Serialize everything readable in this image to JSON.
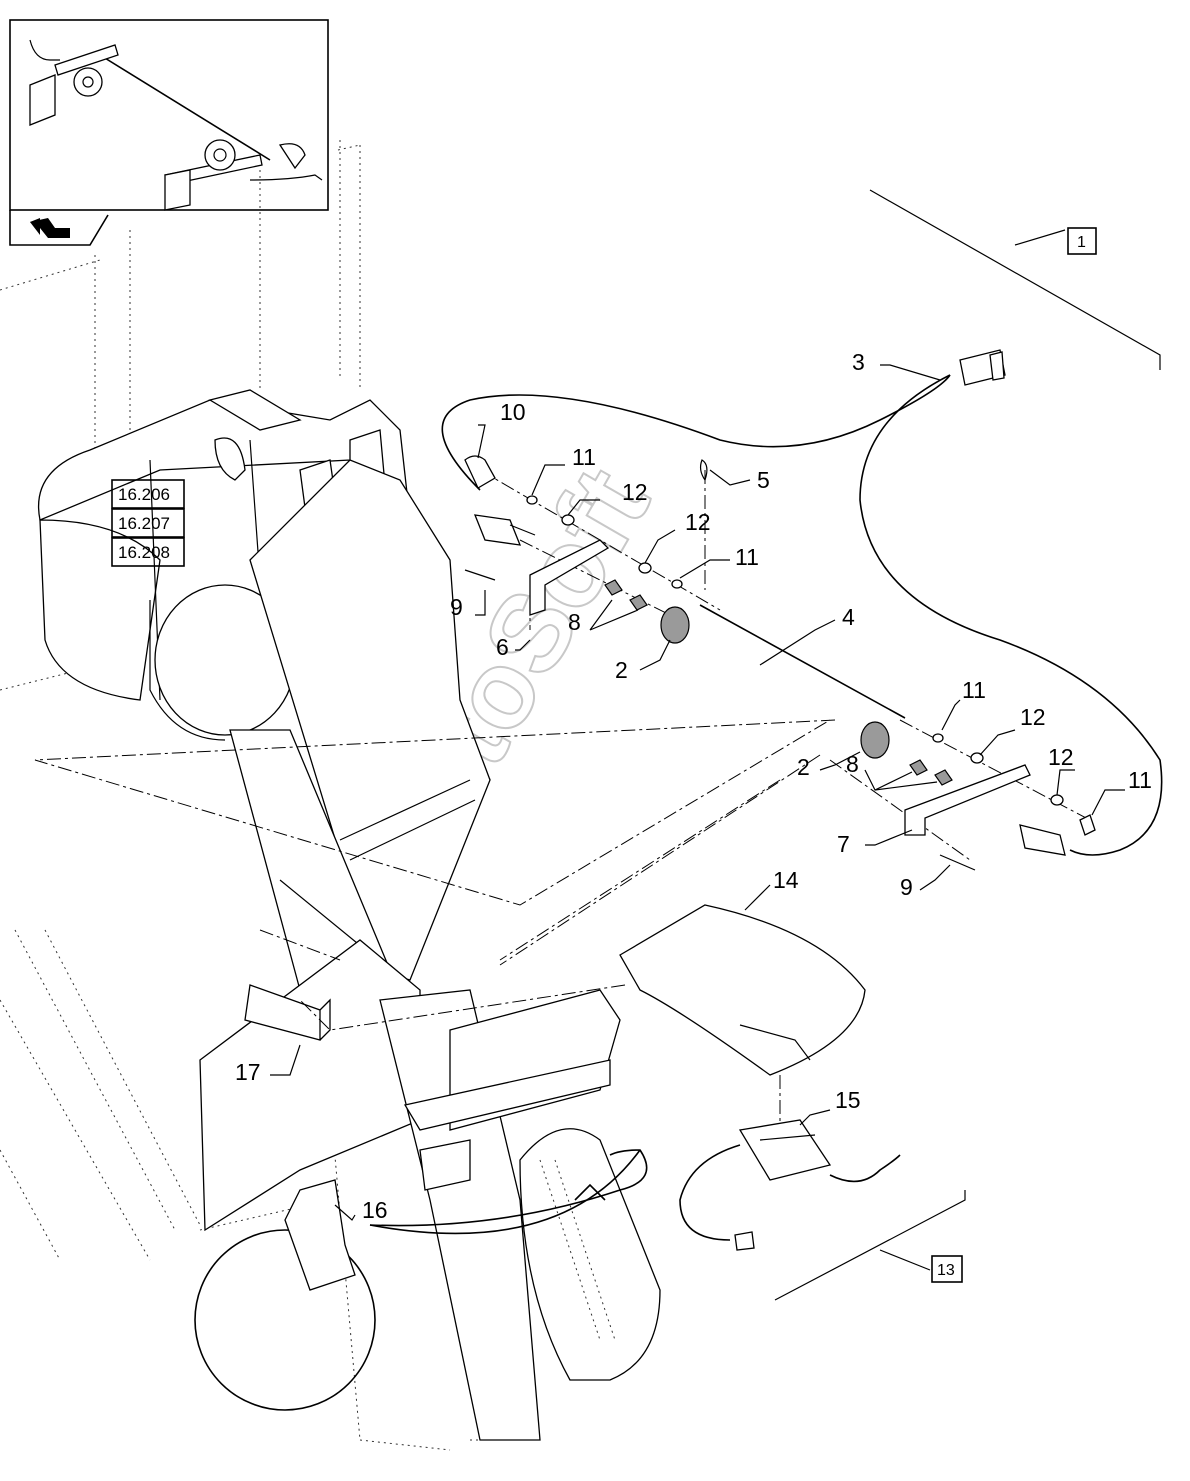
{
  "watermark": "AutoSoft",
  "ref_boxes": [
    "16.206",
    "16.207",
    "16.208"
  ],
  "group_labels": {
    "g1": "1",
    "g13": "13"
  },
  "callouts": {
    "c2a": "2",
    "c2b": "2",
    "c3": "3",
    "c4": "4",
    "c5": "5",
    "c6": "6",
    "c7": "7",
    "c8a": "8",
    "c8b": "8",
    "c9a": "9",
    "c9b": "9",
    "c10": "10",
    "c11a": "11",
    "c11b": "11",
    "c11c": "11",
    "c11d": "11",
    "c12a": "12",
    "c12b": "12",
    "c12c": "12",
    "c12d": "12",
    "c14": "14",
    "c15": "15",
    "c16": "16",
    "c17": "17"
  },
  "icons": {
    "nav_arrow": "return-arrow-icon"
  }
}
